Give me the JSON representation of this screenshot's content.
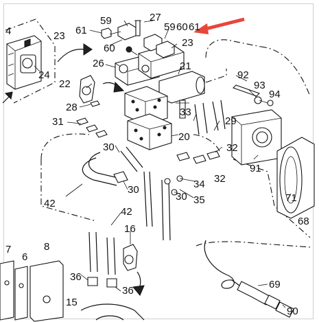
{
  "labels": {
    "l4": "4",
    "l23a": "23",
    "l61": "61",
    "l59a": "59",
    "l27": "27",
    "l59b": "59",
    "l60a": "60",
    "l61b": "61",
    "l60b": "60",
    "l23b": "23",
    "l24": "24",
    "l26": "26",
    "l21": "21",
    "l22": "22",
    "l92": "92",
    "l93": "93",
    "l94": "94",
    "l28": "28",
    "l33": "33",
    "l31": "31",
    "l29": "29",
    "l20": "20",
    "l30a": "30",
    "l32a": "32",
    "l32b": "32",
    "l91": "91",
    "l34": "34",
    "l30b": "30",
    "l30c": "30",
    "l35": "35",
    "l42a": "42",
    "l42b": "42",
    "l71": "71",
    "l16": "16",
    "l68": "68",
    "l7": "7",
    "l6": "6",
    "l8": "8",
    "l36a": "36",
    "l36b": "36",
    "l69": "69",
    "l15": "15",
    "l90": "90"
  },
  "colors": {
    "callout_arrow": "#e8453c",
    "ink": "#111111",
    "frame": "#cfcfcf"
  },
  "icons": {
    "callout": "red-arrow-icon",
    "flow": "curved-arrow-icon"
  }
}
